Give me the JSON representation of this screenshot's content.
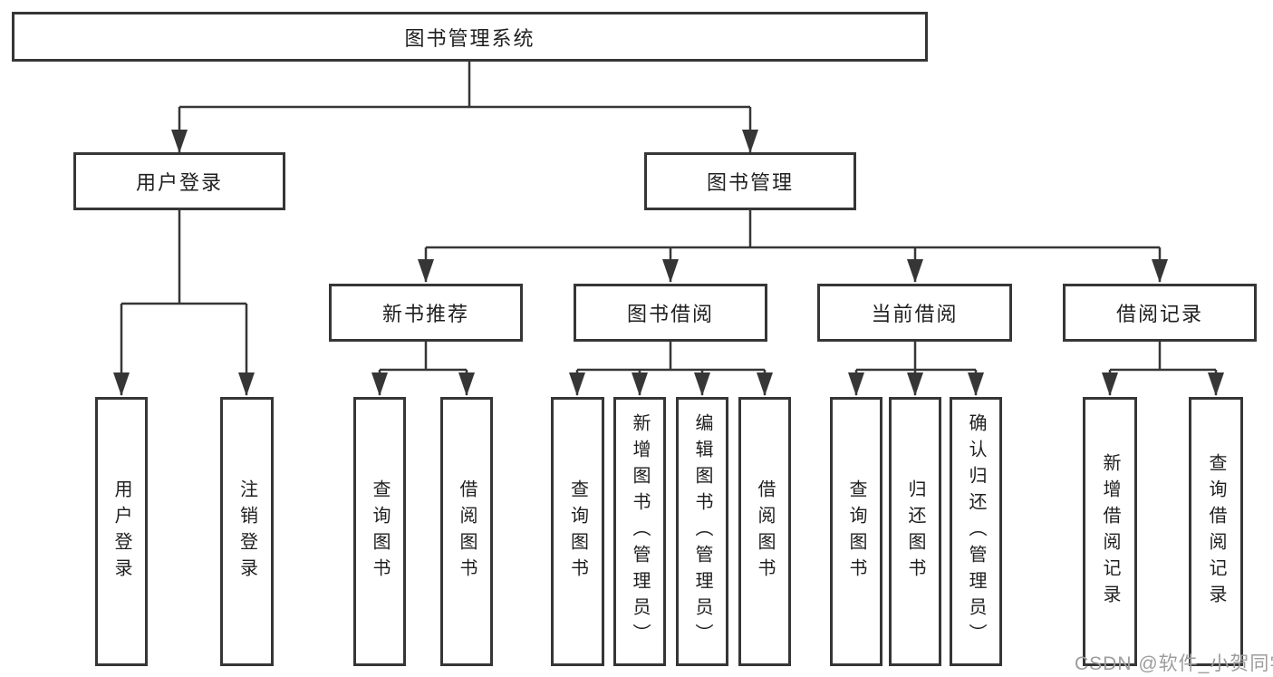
{
  "diagram": {
    "root": {
      "label": "图书管理系统"
    },
    "branches": [
      {
        "label": "用户登录",
        "children": [
          {
            "label": "用户登录"
          },
          {
            "label": "注销登录"
          }
        ]
      },
      {
        "label": "图书管理",
        "children": [
          {
            "label": "新书推荐",
            "children": [
              {
                "label": "查询图书"
              },
              {
                "label": "借阅图书"
              }
            ]
          },
          {
            "label": "图书借阅",
            "children": [
              {
                "label": "查询图书"
              },
              {
                "label": "新增图书（管理员）"
              },
              {
                "label": "编辑图书（管理员）"
              },
              {
                "label": "借阅图书"
              }
            ]
          },
          {
            "label": "当前借阅",
            "children": [
              {
                "label": "查询图书"
              },
              {
                "label": "归还图书"
              },
              {
                "label": "确认归还（管理员）"
              }
            ]
          },
          {
            "label": "借阅记录",
            "children": [
              {
                "label": "新增借阅记录"
              },
              {
                "label": "查询借阅记录"
              }
            ]
          }
        ]
      }
    ]
  },
  "watermark": {
    "text": "CSDN @软件_小贺同学"
  },
  "colors": {
    "line": "#363636",
    "box_border": "#363636",
    "box_fill": "#ffffff",
    "text": "#1f1f1f",
    "watermark": "#9d9d9d",
    "background": "#ffffff"
  }
}
